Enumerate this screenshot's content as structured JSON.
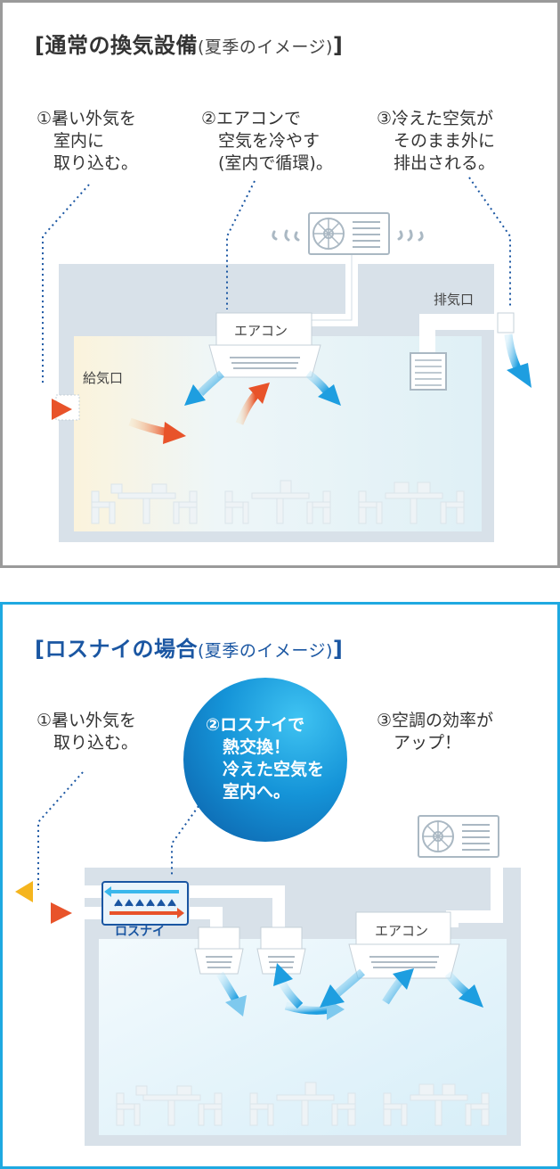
{
  "panel1": {
    "title_main": "[通常の換気設備",
    "title_sub": "(夏季のイメージ)",
    "title_end": "]",
    "notes": [
      {
        "lines": [
          "①暑い外気を",
          "　室内に",
          "　取り込む。"
        ]
      },
      {
        "lines": [
          "②エアコンで",
          "　空気を冷やす",
          "　(室内で循環)。"
        ]
      },
      {
        "lines": [
          "③冷えた空気が",
          "　そのまま外に",
          "　排出される。"
        ]
      }
    ],
    "labels": {
      "ac": "エアコン",
      "exhaust": "排気口",
      "supply": "給気口"
    }
  },
  "panel2": {
    "title_main": "[ロスナイの場合",
    "title_sub": "(夏季のイメージ)",
    "title_end": "]",
    "notes": [
      {
        "lines": [
          "①暑い外気を",
          "　取り込む。"
        ]
      },
      {
        "lines": [
          "②ロスナイで",
          "熱交換！",
          "冷えた空気を",
          "室内へ。"
        ]
      },
      {
        "lines": [
          "③空調の効率が",
          "　アップ！"
        ]
      }
    ],
    "labels": {
      "ac": "エアコン",
      "lossnay": "ロスナイ"
    }
  },
  "colors": {
    "panel1_border": "#9a9a9a",
    "panel2_border": "#1fa9e1",
    "hot_arrow": "#e8532a",
    "cool_arrow": "#1e9ee0",
    "title2": "#1a56a2"
  },
  "icons": [
    "outdoor-unit-icon",
    "ceiling-ac-icon",
    "vent-grille-icon",
    "table-chair-icon",
    "lossnay-unit-icon"
  ]
}
